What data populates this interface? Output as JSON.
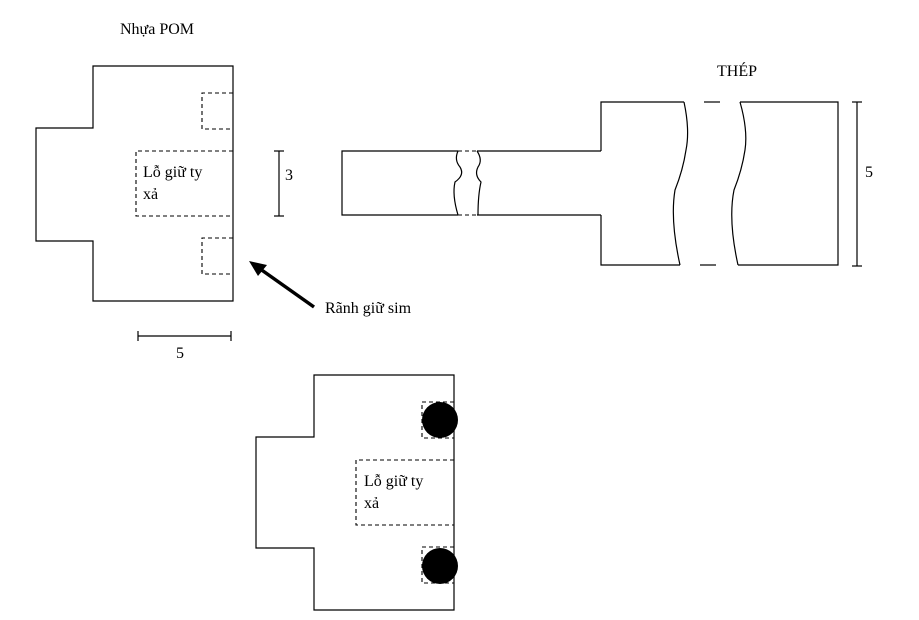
{
  "labels": {
    "pom_title": "Nhựa POM",
    "steel_title": "THÉP",
    "hole_line1": "Lỗ giữ ty",
    "hole_line2": "xả",
    "hole2_line1": "Lỗ giữ ty",
    "hole2_line2": "xả",
    "groove": "Rãnh giữ sim",
    "dim_height": "3",
    "dim_width": "5",
    "dim_steel": "5"
  },
  "colors": {
    "stroke": "#000000",
    "background": "#ffffff",
    "sim_fill": "#000000"
  }
}
